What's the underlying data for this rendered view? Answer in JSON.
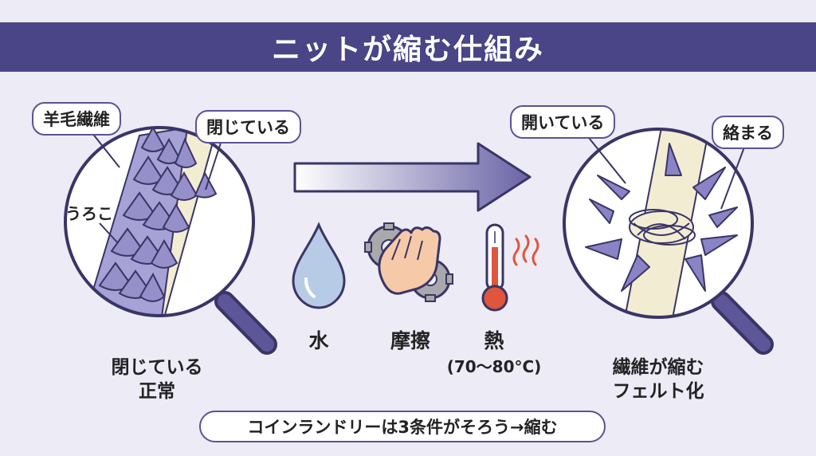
{
  "title": "ニットが縮む仕組み",
  "left": {
    "label_fiber": "羊毛繊維",
    "label_closed": "閉じている",
    "label_scale": "うろこ",
    "caption_line1": "閉じている",
    "caption_line2": "正常"
  },
  "conditions": {
    "water": "水",
    "friction": "摩擦",
    "heat": "熱",
    "heat_range": "(70〜80°C)"
  },
  "right": {
    "label_open": "開いている",
    "label_tangle": "絡まる",
    "caption_line1": "繊維が縮む",
    "caption_line2": "フェルト化"
  },
  "footer": "コインランドリーは3条件がそろう→縮む",
  "colors": {
    "accent": "#4a4586",
    "scale": "#9d98cf",
    "fiber": "#f2ecd2",
    "water": "#b8cbe6",
    "thermo_red": "#e0553e"
  }
}
